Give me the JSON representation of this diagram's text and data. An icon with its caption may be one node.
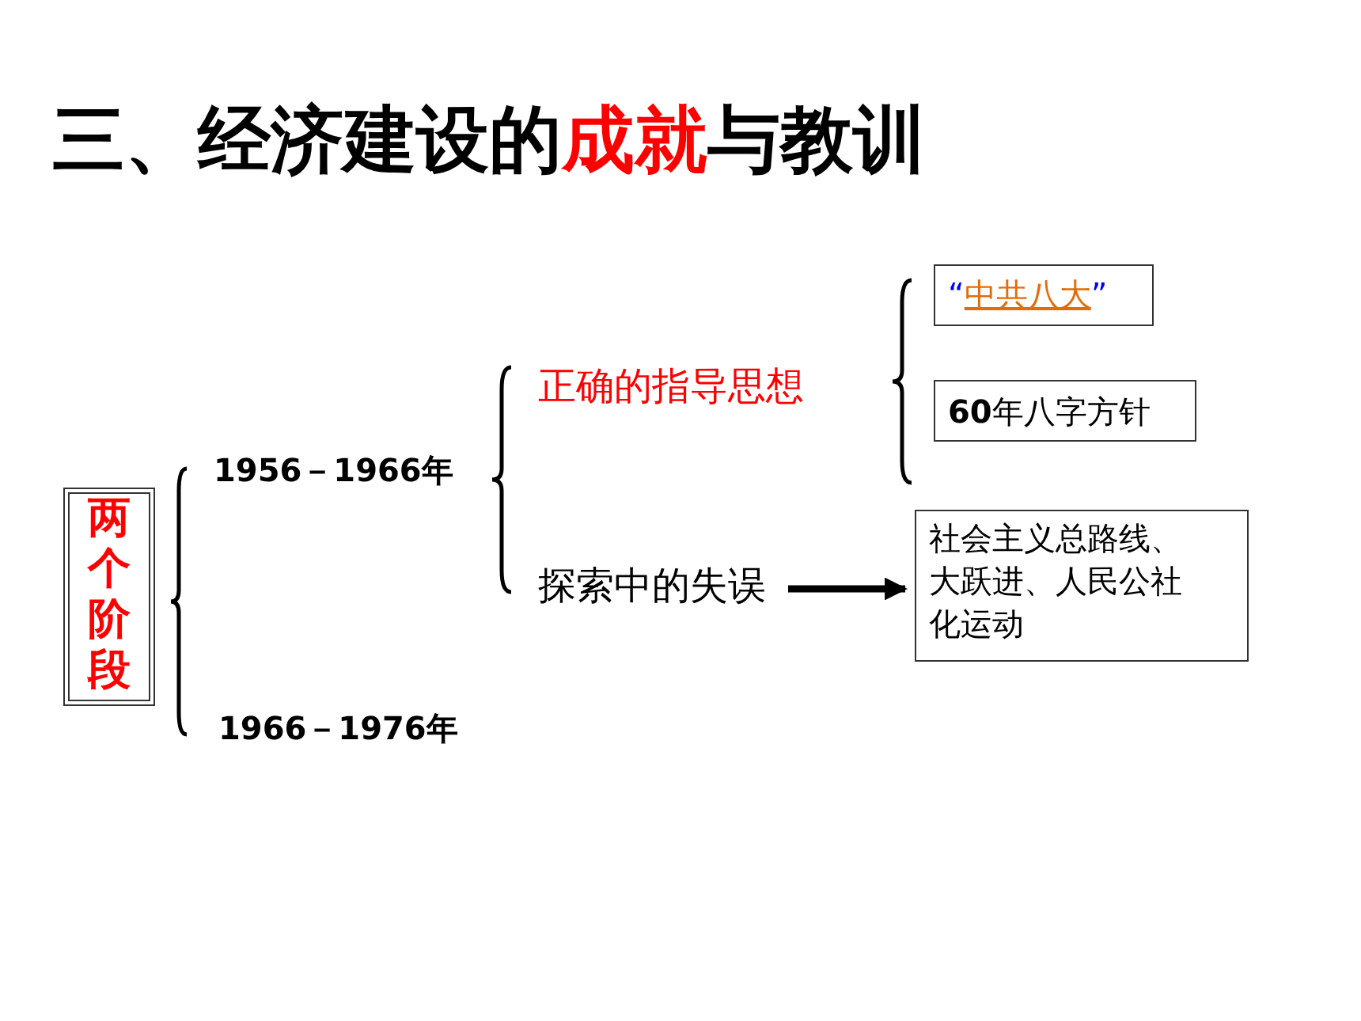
{
  "diagram": {
    "title": "三、经济建设的**成就**与教训",
    "nodes": [
      {
        "text": [
          "两个阶段"
        ]
      },
      {
        "text": [
          "1956－1966年"
        ]
      },
      {
        "text": [
          "1966－1976年"
        ]
      },
      {
        "text": [
          "正确的指导思想"
        ]
      },
      {
        "text": [
          "探索中的失误"
        ]
      },
      {
        "text": [
          "“中共八大”"
        ]
      },
      {
        "text": [
          "60年八字方针"
        ]
      },
      {
        "text": [
          "社会主义总路线、大跃进、人民公社化运动"
        ]
      }
    ],
    "edges": [
      {
        "from": 4,
        "to": 7,
        "arrow": "to"
      }
    ]
  }
}
